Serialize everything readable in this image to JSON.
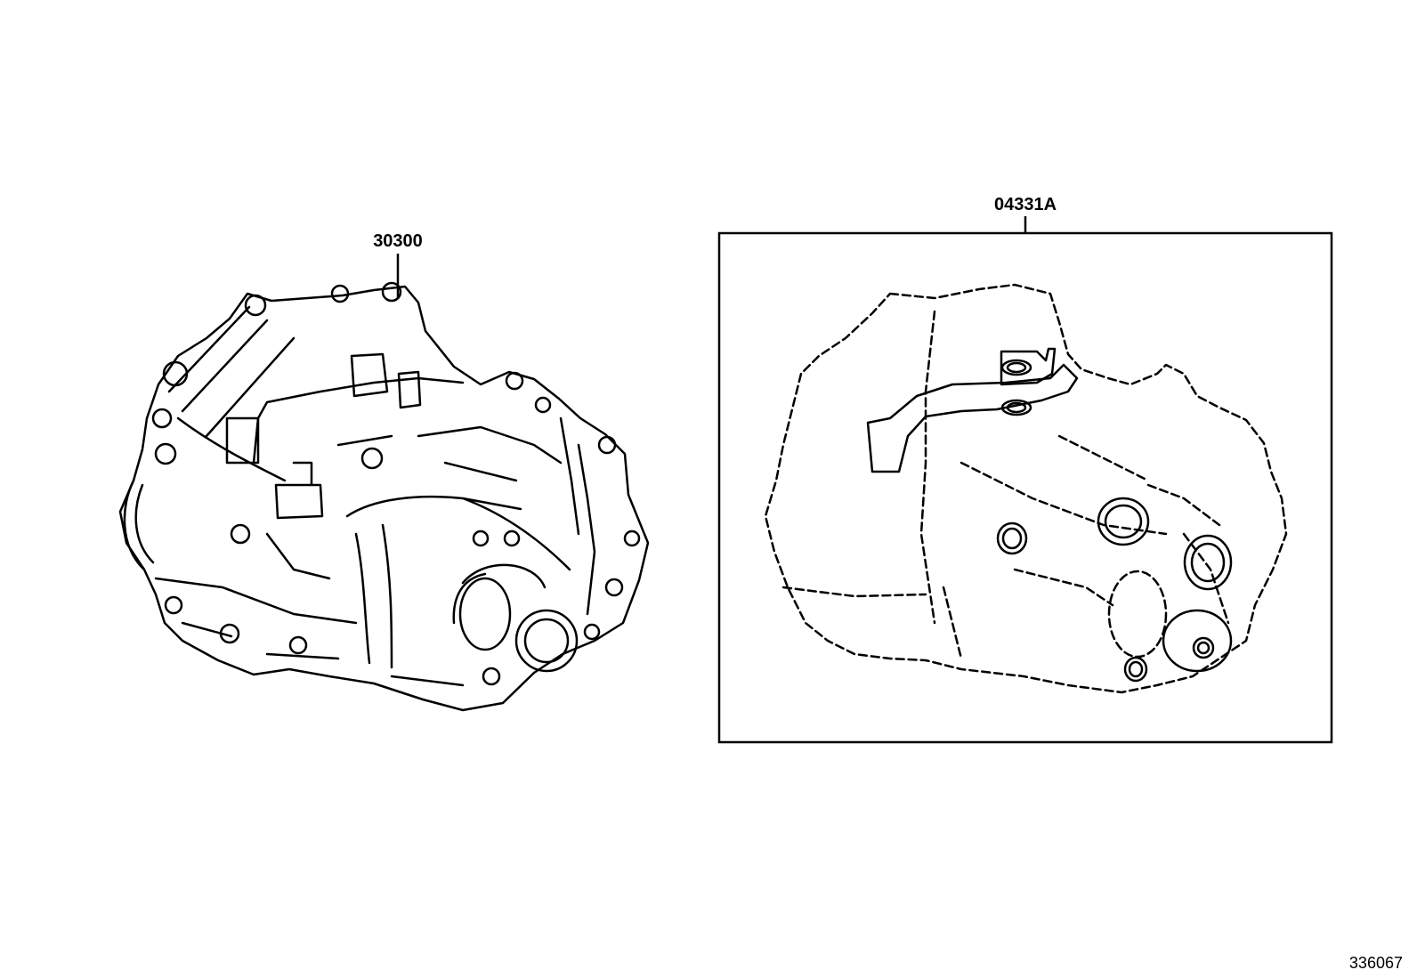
{
  "parts": {
    "assembly": {
      "number": "30300"
    },
    "gasket_kit": {
      "number": "04331A"
    }
  },
  "drawing_number": "336067",
  "colors": {
    "line": "#000000",
    "background": "#ffffff"
  }
}
